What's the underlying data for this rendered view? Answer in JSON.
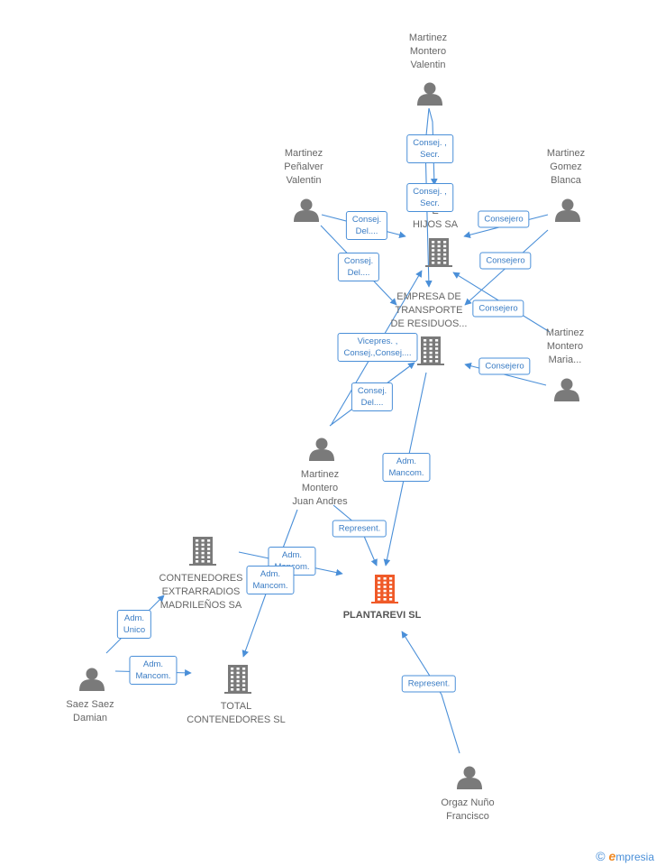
{
  "colors": {
    "edge": "#4a8fd8",
    "person": "#7a7a7a",
    "company": "#7a7a7a",
    "main_company": "#f05a28"
  },
  "nodes": [
    {
      "id": "mmv",
      "type": "person",
      "lines": [
        "Martinez",
        "Montero",
        "Valentin"
      ]
    },
    {
      "id": "mpv",
      "type": "person",
      "lines": [
        "Martinez",
        "Peñalver",
        "Valentin"
      ]
    },
    {
      "id": "mgb",
      "type": "person",
      "lines": [
        "Martinez",
        "Gomez",
        "Blanca"
      ]
    },
    {
      "id": "mmm",
      "type": "person",
      "lines": [
        "Martinez",
        "Montero",
        "Maria..."
      ]
    },
    {
      "id": "mmja",
      "type": "person",
      "lines": [
        "Martinez",
        "Montero",
        "Juan Andres"
      ]
    },
    {
      "id": "ssd",
      "type": "person",
      "lines": [
        "Saez Saez",
        "Damian"
      ]
    },
    {
      "id": "onf",
      "type": "person",
      "lines": [
        "Orgaz Nuño",
        "Francisco"
      ]
    },
    {
      "id": "hijos",
      "type": "company",
      "lines": [
        "N",
        "E",
        "HIJOS SA"
      ]
    },
    {
      "id": "etr",
      "type": "company",
      "lines": [
        "EMPRESA DE",
        "TRANSPORTE",
        "DE RESIDUOS..."
      ]
    },
    {
      "id": "cem",
      "type": "company",
      "lines": [
        "CONTENEDORES",
        "EXTRARRADIOS",
        "MADRILEÑOS SA"
      ]
    },
    {
      "id": "tc",
      "type": "company",
      "lines": [
        "TOTAL",
        "CONTENEDORES SL"
      ]
    },
    {
      "id": "plantarevi",
      "type": "main",
      "lines": [
        "PLANTAREVI SL"
      ]
    }
  ],
  "edges": [
    {
      "id": "e1",
      "label": [
        "Consej. ,",
        "Secr."
      ]
    },
    {
      "id": "e2",
      "label": [
        "Consej. ,",
        "Secr."
      ]
    },
    {
      "id": "e3",
      "label": [
        "Consej.",
        "Del...."
      ]
    },
    {
      "id": "e4",
      "label": [
        "Consej.",
        "Del...."
      ]
    },
    {
      "id": "e5",
      "label": [
        "Consejero"
      ]
    },
    {
      "id": "e6",
      "label": [
        "Consejero"
      ]
    },
    {
      "id": "e7",
      "label": [
        "Consejero"
      ]
    },
    {
      "id": "e8",
      "label": [
        "Consejero"
      ]
    },
    {
      "id": "e9",
      "label": [
        "Vicepres. ,",
        "Consej.,Consej...."
      ]
    },
    {
      "id": "e10",
      "label": [
        "Consej.",
        "Del...."
      ]
    },
    {
      "id": "e11",
      "label": [
        "Adm.",
        "Mancom."
      ]
    },
    {
      "id": "e12",
      "label": [
        "Represent."
      ]
    },
    {
      "id": "e13",
      "label": [
        "Adm.",
        "Mancom."
      ]
    },
    {
      "id": "e14",
      "label": [
        "Adm.",
        "Mancom."
      ]
    },
    {
      "id": "e15",
      "label": [
        "Adm.",
        "Unico"
      ]
    },
    {
      "id": "e16",
      "label": [
        "Adm.",
        "Mancom."
      ]
    },
    {
      "id": "e17",
      "label": [
        "Represent."
      ]
    }
  ],
  "brand": {
    "copyright": "©",
    "initial": "e",
    "rest": "mpresia"
  }
}
